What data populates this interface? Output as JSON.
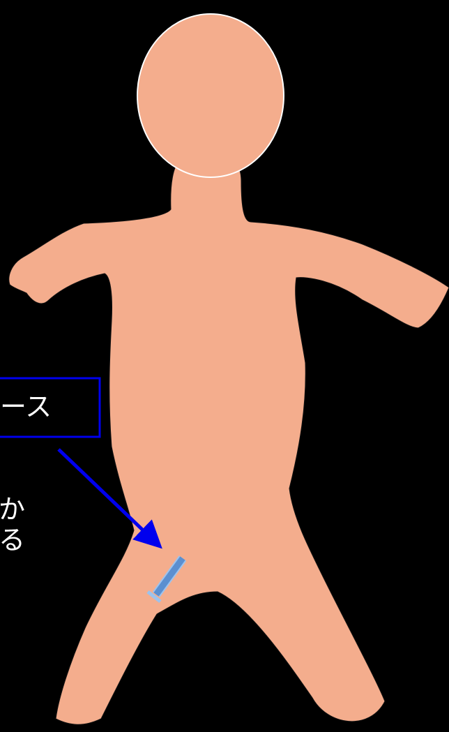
{
  "diagram": {
    "callout": {
      "label": "シース"
    },
    "side_text": {
      "line1": "か",
      "line2": "る"
    },
    "colors": {
      "background": "#000000",
      "skin": "#f4ad8d",
      "head_outline": "#ffffff",
      "body_outline": "#111111",
      "callout_border": "#0000ee",
      "arrow": "#0000ee",
      "sheath_fill": "#5b8fd0",
      "sheath_edge": "#9cc3ee"
    }
  }
}
